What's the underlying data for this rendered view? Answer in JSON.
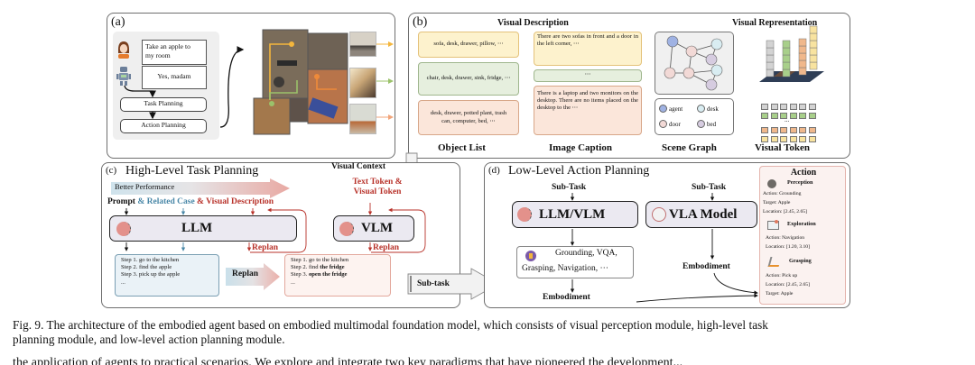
{
  "panel_a": {
    "label": "(a)",
    "user_bubble": [
      "Take an apple to",
      "my room"
    ],
    "robot_bubble": "Yes, madam",
    "task_planning": "Task Planning",
    "action_planning": "Action Planning",
    "icons": [
      "woman-avatar",
      "robot-avatar",
      "floor-plan-map",
      "room-photo-living",
      "room-photo-kitchen",
      "room-photo-office"
    ],
    "path_colors": {
      "yellow": "#f4b63c",
      "orange": "#ee8a3a",
      "green": "#9bc26a"
    }
  },
  "panel_b": {
    "label": "(b)",
    "visual_description_title": "Visual Description",
    "visual_representation_title": "Visual Representation",
    "object_list": {
      "title": "Object List",
      "items": [
        "sofa, desk, drawer, pillow, ⋯",
        "chair, desk, drawer, sink, fridge, ⋯",
        "desk, drawer, potted plant, trash can, computer, bed, ⋯"
      ]
    },
    "image_caption": {
      "title": "Image Caption",
      "items": [
        "There are two sofas in front and a door in the left corner, ⋯",
        "⋯",
        "There is a laptop and two monitors on the desktop. There are no items placed on the desktop to the ⋯"
      ]
    },
    "scene_graph": {
      "title": "Scene Graph",
      "legend": [
        {
          "label": "agent",
          "color": "#9fb2e3"
        },
        {
          "label": "desk",
          "color": "#d9edf2"
        },
        {
          "label": "door",
          "color": "#f2d9d6"
        },
        {
          "label": "bed",
          "color": "#d6cce0"
        }
      ]
    },
    "visual_token": {
      "title": "Visual Token",
      "ellipsis": "...",
      "row_colors": [
        "#d3d3d3",
        "#a8cf8a",
        "#f0b88c",
        "#f8e3a0"
      ]
    }
  },
  "panel_c": {
    "label": "(c)",
    "title": "High-Level Task Planning",
    "visual_context": "Visual Context",
    "better_performance": "Better Performance",
    "prompt": "Prompt",
    "related_case": "& Related Case",
    "visual_description": "& Visual Description",
    "llm": "LLM",
    "vlm": "VLM",
    "text_visual_token": [
      "Text Token &",
      "Visual Token"
    ],
    "replan": "Replan",
    "steps_original": [
      "Step 1. go to the kitchen",
      "Step 2. find the apple",
      "Step 3. pick up the apple",
      "..."
    ],
    "steps_replanned": [
      {
        "prefix": "Step 1. go to the kitchen",
        "bold": ""
      },
      {
        "prefix": "Step 2. find ",
        "bold": "the fridge"
      },
      {
        "prefix": "Step 3. ",
        "bold": "open the fridge"
      },
      {
        "prefix": "...",
        "bold": ""
      }
    ],
    "replan_arrow": "Replan",
    "subtask_arrow": "Sub-task"
  },
  "panel_d": {
    "label": "(d)",
    "title": "Low-Level Action Planning",
    "sub_task_1": "Sub-Task",
    "sub_task_2": "Sub-Task",
    "llm_vlm": "LLM/VLM",
    "vla_model": "VLA Model",
    "skills": [
      "Grounding, VQA,",
      "Grasping, Navigation, ⋯"
    ],
    "embodiment_1": "Embodiment",
    "embodiment_2": "Embodiment",
    "action": {
      "title": "Action",
      "groups": [
        {
          "name": "Perception",
          "icon": "perception-icon",
          "lines": [
            "Action: Grounding",
            "Target: Apple",
            "Location: [2.45, 2.65]"
          ]
        },
        {
          "name": "Exploration",
          "icon": "map-icon",
          "lines": [
            "Action: Navigation",
            "Location: [1.20, 3.10]"
          ]
        },
        {
          "name": "Grasping",
          "icon": "robot-arm-icon",
          "lines": [
            "Action: Pick up",
            "Location: [2.45, 2.65]",
            "Target: Apple"
          ]
        }
      ]
    }
  },
  "caption": {
    "line1": "Fig. 9.  The architecture of the embodied agent based on embodied multimodal foundation model, which consists of visual perception module, high-level task",
    "line2": "planning module, and low-level action planning module.",
    "line3": "the application of agents to practical scenarios. We explore and integrate two key paradigms that have pioneered the development..."
  }
}
